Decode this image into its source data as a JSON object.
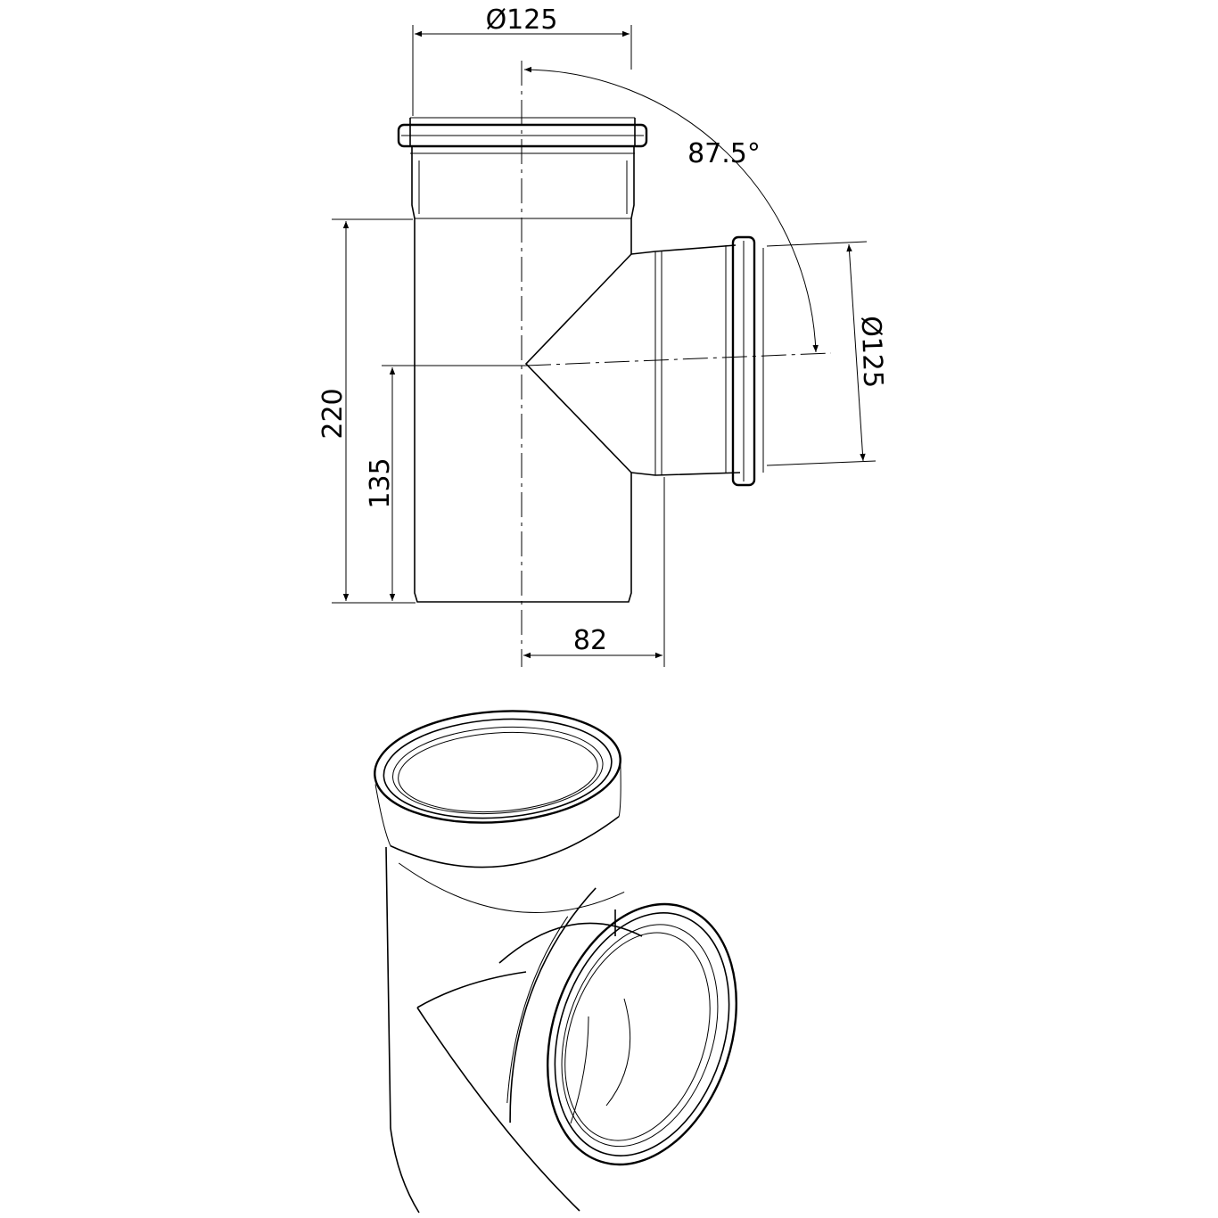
{
  "dimensions": {
    "top_diameter": "Ø125",
    "angle": "87.5°",
    "branch_diameter": "Ø125",
    "overall_height": "220",
    "branch_height": "135",
    "branch_offset": "82"
  }
}
